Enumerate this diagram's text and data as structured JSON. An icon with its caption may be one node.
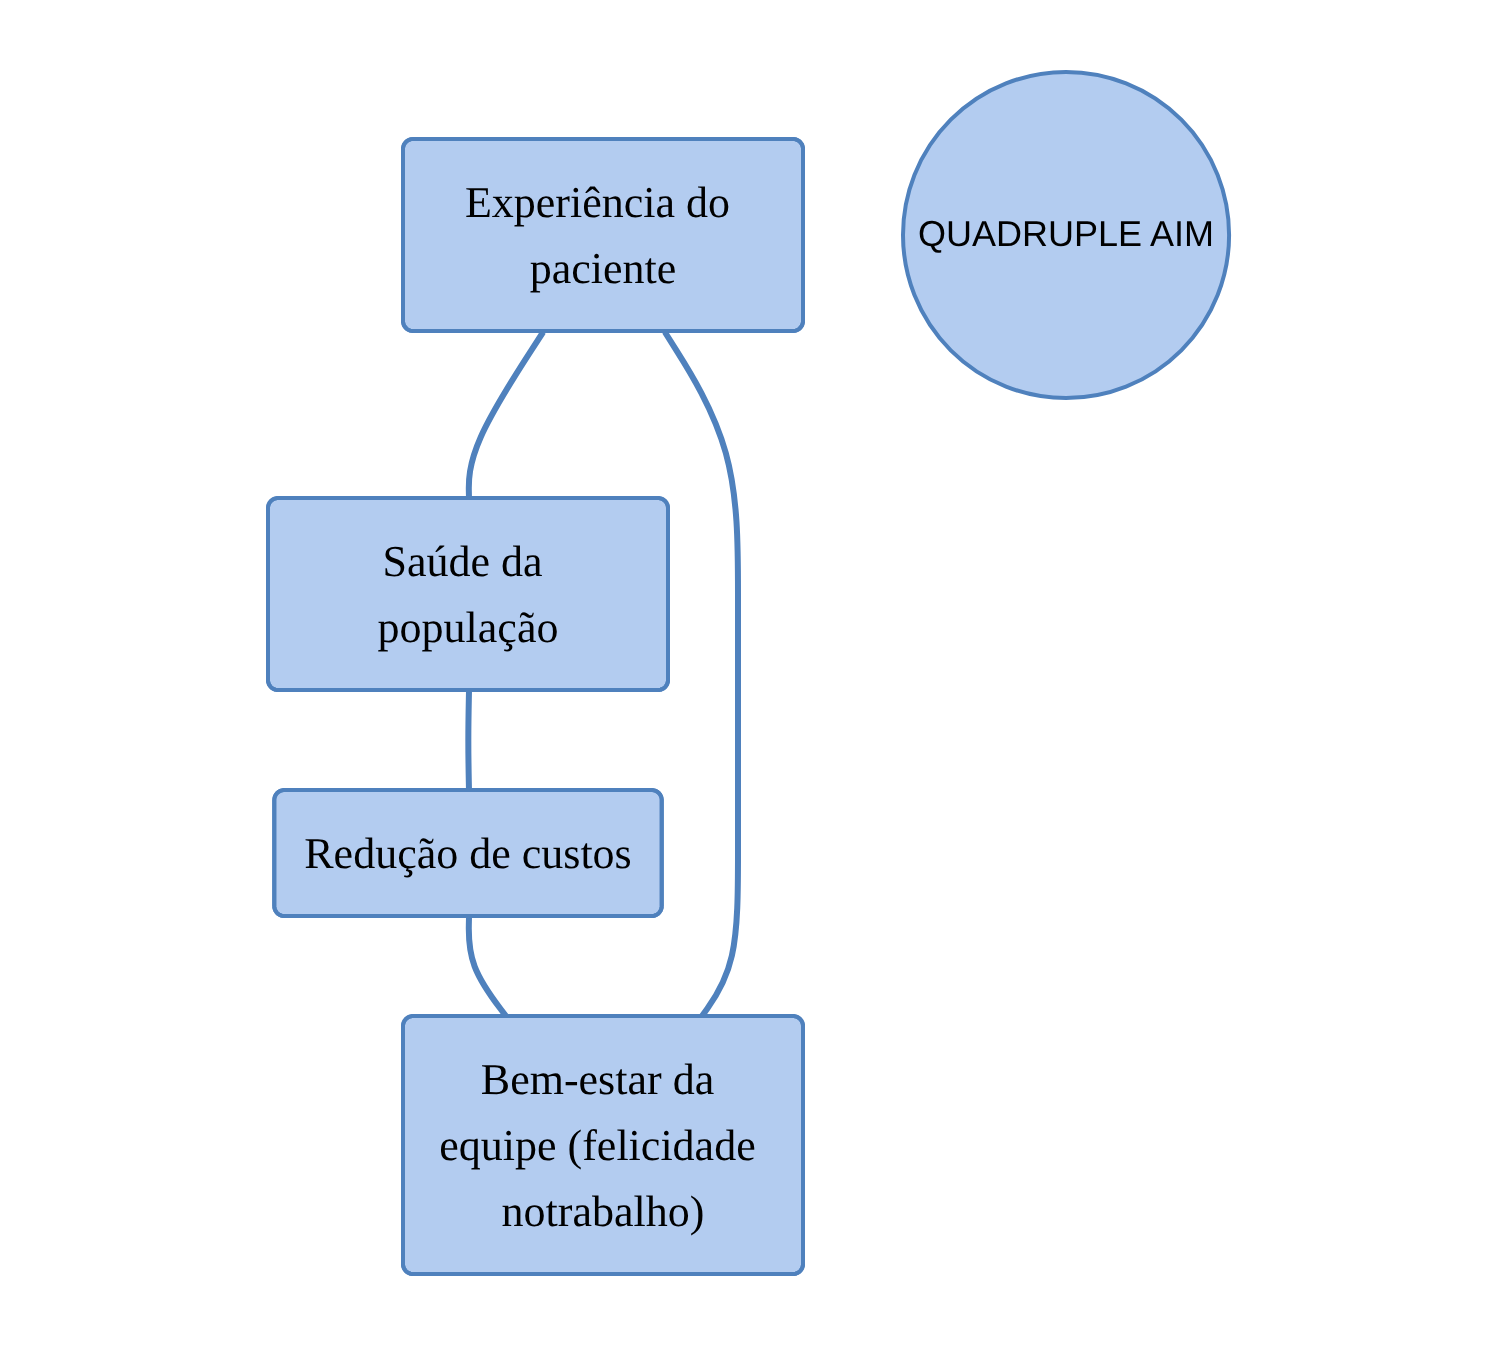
{
  "diagram": {
    "nodes": [
      {
        "text": [
          "Experiência do paciente"
        ]
      },
      {
        "text": [
          "Bem-estar da equipe (felicidade notrabalho)"
        ]
      },
      {
        "text": [
          "QUADRUPLE AIM"
        ]
      },
      {
        "text": [
          "Saúde da população"
        ]
      },
      {
        "text": [
          "Redução de custos"
        ]
      }
    ],
    "edges": [
      {
        "from": 0,
        "to": 3,
        "arrow": "none"
      },
      {
        "from": 3,
        "to": 4,
        "arrow": "none"
      },
      {
        "from": 4,
        "to": 1,
        "arrow": "none"
      },
      {
        "from": 1,
        "to": 0,
        "arrow": "none"
      }
    ]
  }
}
